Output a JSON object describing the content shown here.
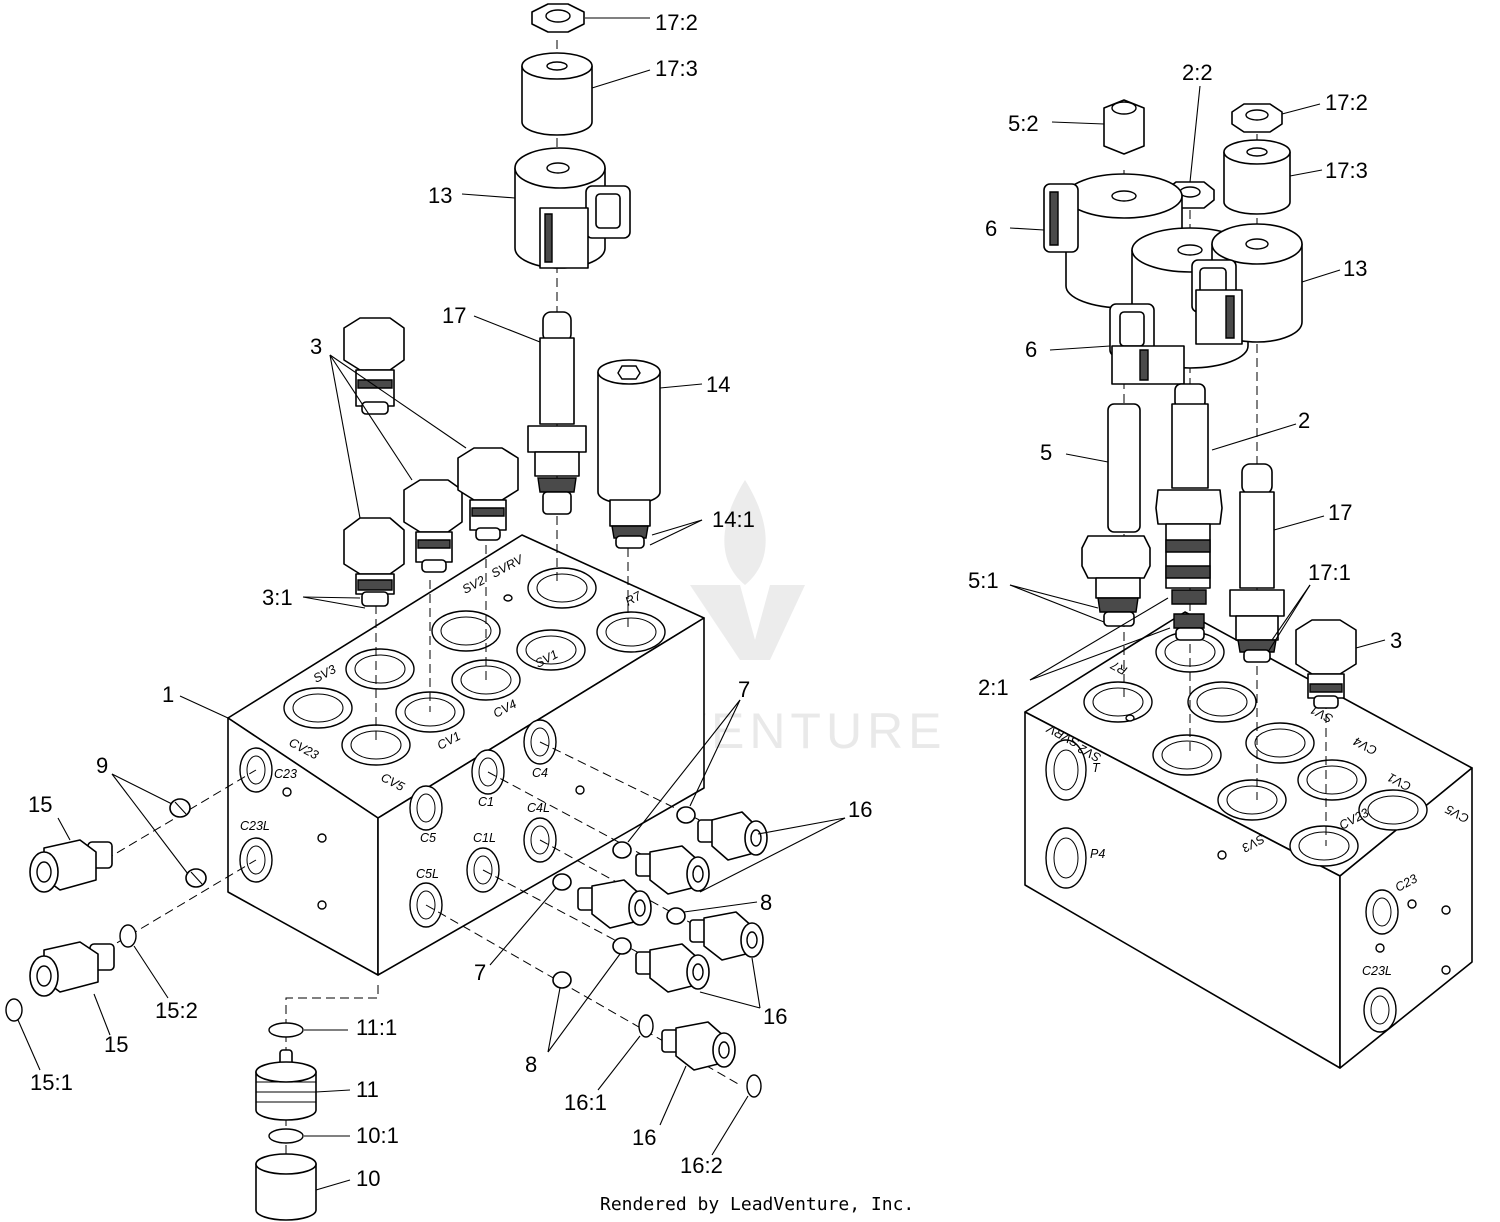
{
  "watermark": {
    "text": "LEADVENTURE"
  },
  "credit": "Rendered by LeadVenture, Inc.",
  "left_assembly": {
    "callouts": [
      "17:2",
      "17:3",
      "13",
      "17",
      "3",
      "14",
      "14:1",
      "3:1",
      "1",
      "9",
      "15",
      "15",
      "15:2",
      "15:1",
      "7",
      "7",
      "16",
      "8",
      "16",
      "8",
      "11:1",
      "11",
      "10:1",
      "10",
      "16:1",
      "16",
      "16:2"
    ],
    "top_ports": [
      "SV3",
      "SV2",
      "SVRV",
      "R7",
      "CV23",
      "CV1",
      "CV4",
      "SV1",
      "CV5"
    ],
    "side_ports": [
      "C23",
      "C23L",
      "C5",
      "C1",
      "C4",
      "C5L",
      "C1L",
      "C4L"
    ]
  },
  "right_assembly": {
    "callouts": [
      "5:2",
      "2:2",
      "17:2",
      "17:3",
      "6",
      "13",
      "6",
      "2",
      "5",
      "17",
      "5:1",
      "17:1",
      "3",
      "2:1"
    ],
    "top_ports": [
      "R7",
      "SV1",
      "CV4",
      "CV1",
      "CV5",
      "SV2",
      "SVRV",
      "SV3",
      "CV23"
    ],
    "side_ports": [
      "T",
      "P4",
      "C23",
      "C23L"
    ]
  }
}
